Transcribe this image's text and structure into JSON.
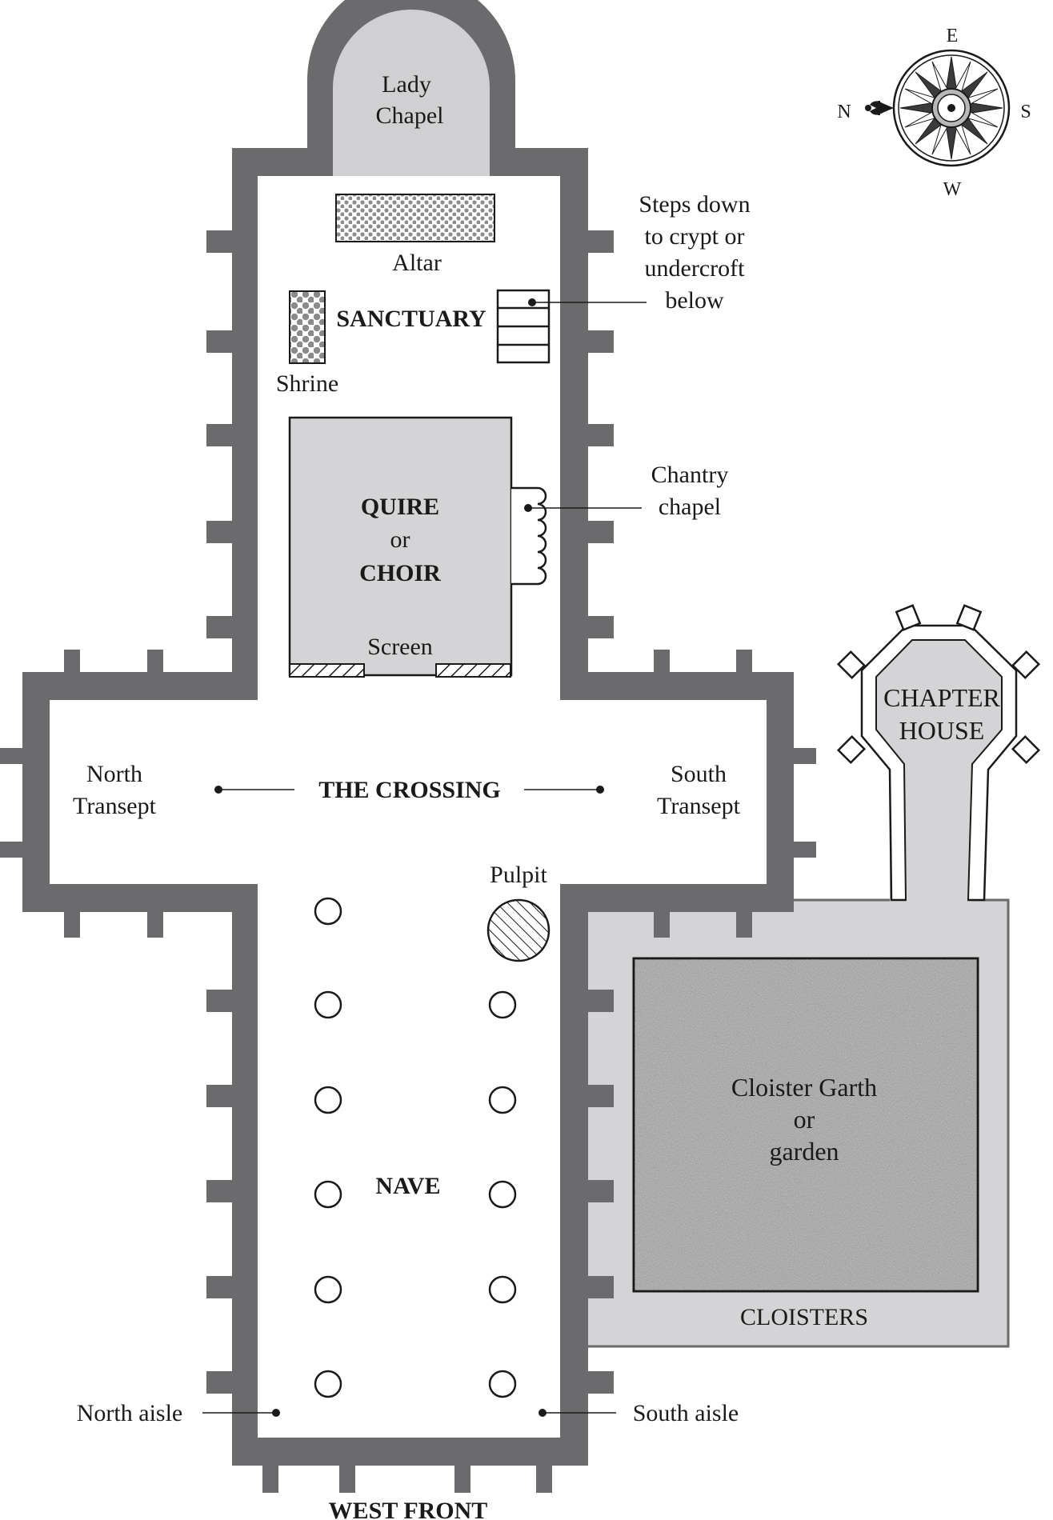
{
  "compass": {
    "e": "E",
    "s": "S",
    "w": "W",
    "n": "N"
  },
  "labels": {
    "lady_chapel": [
      "Lady",
      "Chapel"
    ],
    "altar": "Altar",
    "sanctuary": "SANCTUARY",
    "shrine": "Shrine",
    "steps": [
      "Steps down",
      "to crypt or",
      "undercroft",
      "below"
    ],
    "quire": [
      "QUIRE",
      "or",
      "CHOIR"
    ],
    "chantry": [
      "Chantry",
      "chapel"
    ],
    "screen": "Screen",
    "chapter_house": [
      "CHAPTER",
      "HOUSE"
    ],
    "north_transept": [
      "North",
      "Transept"
    ],
    "crossing": "THE CROSSING",
    "south_transept": [
      "South",
      "Transept"
    ],
    "pulpit": "Pulpit",
    "nave": "NAVE",
    "cloister_garth": [
      "Cloister Garth",
      "or",
      "garden"
    ],
    "cloisters": "CLOISTERS",
    "north_aisle": "North aisle",
    "south_aisle": "South aisle",
    "west_front": "WEST FRONT"
  },
  "colors": {
    "wall": "#6b6b6d",
    "light_fill": "#d4d4d6",
    "garth": "#a3a3a5",
    "chapel": "#d0d0d2"
  }
}
